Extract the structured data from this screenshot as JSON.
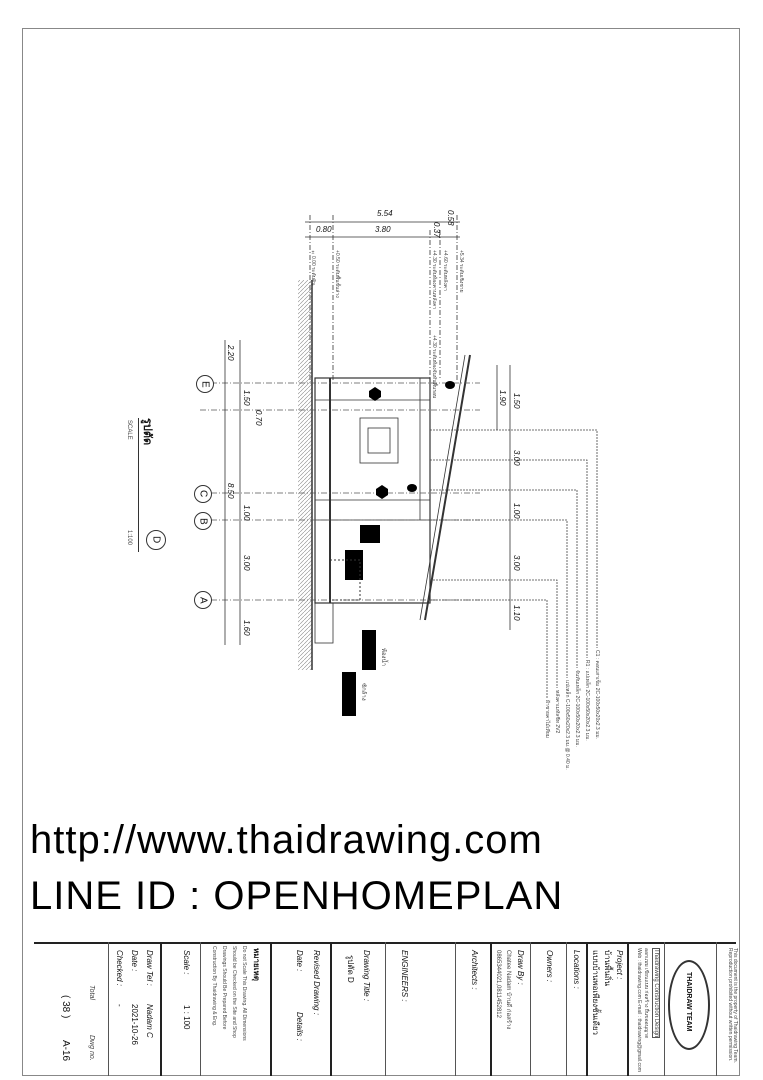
{
  "drawing": {
    "top_dimensions": {
      "overall": "5.54",
      "left": "0.80",
      "middle": "3.80",
      "right_a": "0.37",
      "right_b": "0.58"
    },
    "level_labels": [
      "±0.00 ระดับดิน",
      "+0.50 ระดับพื้นชั้นล่าง",
      "+4.30 ระดับท้องคานหลังคา",
      "+4.60 ระดับหลังคา",
      "+5.34 ระดับเชิงชาย",
      "+4.30 ระดับท้องจันทันพื้นรอบ"
    ],
    "bottom_dimensions": [
      "2.20",
      "1.50",
      "0.70",
      "8.50",
      "1.00",
      "3.00",
      "1.60"
    ],
    "right_dimensions": [
      "1.90",
      "1.50",
      "3.00",
      "1.00",
      "3.00",
      "1.10"
    ],
    "grid_labels": [
      "E",
      "C",
      "B",
      "A"
    ],
    "section_title": "รูปตัด",
    "section_scale_label": "SCALE",
    "section_mark": "D",
    "section_scale": "1:100",
    "callouts": [
      "C1 : คอนเสาเข็ม 2C-100x50x20x2.3 มม.",
      "R1 : แปเหล็ก 2C-100x50x20x2.3 มม.",
      "จันทันเหล็ก 2C-100x50x20x2.3 มม.",
      "แปเหล็ก C-100x50x20x2.3 มม.@ 0.40 ม.",
      "หลังคาเมทัลชีท 2V2",
      "ฝ้าชายคาไม้เทียม"
    ],
    "floor_labels": [
      "ห้องน้ำ",
      "ซักล้าง"
    ],
    "watermarks": [
      "http://www.thaidrawing.com",
      "LINE ID : OPENHOMEPLAN"
    ]
  },
  "title_block": {
    "company_notes": "This document is the property of Thaidrawing Team. Reproduction prohibited without written permission.",
    "company_name": "Thaidrawing Construction Design",
    "company_info": "ออกแบบ เขียนแบบ ก่อสร้าง ยื่นขออนุญาต",
    "company_contact": "Web : thaidrawing.com   E-mail : thaidrawing@gmail.com",
    "logo_text": "THAIDRAW TEAM",
    "project_label": "Project :",
    "project_value": "บ้านพื้นถิ่น",
    "project_sub": "แบบบ้านพอเพียงชั้นเดียว",
    "locations_label": "Locations :",
    "owners_label": "Owners :",
    "draw_by_label": "Draw By :",
    "draw_by_value": "Chatee Nadam บ้านดี ก่อสร้าง",
    "draw_by_phone": "0865344021,0811452812",
    "architects_label": "Architects :",
    "engineers_label": "ENGINEERS :",
    "drawing_title_label": "Drawing Title :",
    "drawing_title_value": "รูปตัด D",
    "revised_label": "Revised Drawing :",
    "date_label": "Date :",
    "details_label": "Details :",
    "notes_title": "หมายเหตุ",
    "notes": [
      "Do not Scale This Drawing. All Dimensions",
      "Should be Checked on the Site and Shop",
      "Drawings Should Be Prepared Before",
      "Construction By Thaidrawing & Eng."
    ],
    "scale_label": "Scale :",
    "scale_value": "1 : 100",
    "draw_tel_label": "Draw Tel :",
    "draw_tel_value": "Nadam C",
    "date2_label": "Date :",
    "date2_value": "2021-10-26",
    "checked_label": "Checked :",
    "checked_value": "-",
    "total_label": "Total",
    "total_value": "( 38 )",
    "dwg_label": "Dwg no.",
    "dwg_value": "A-16"
  }
}
